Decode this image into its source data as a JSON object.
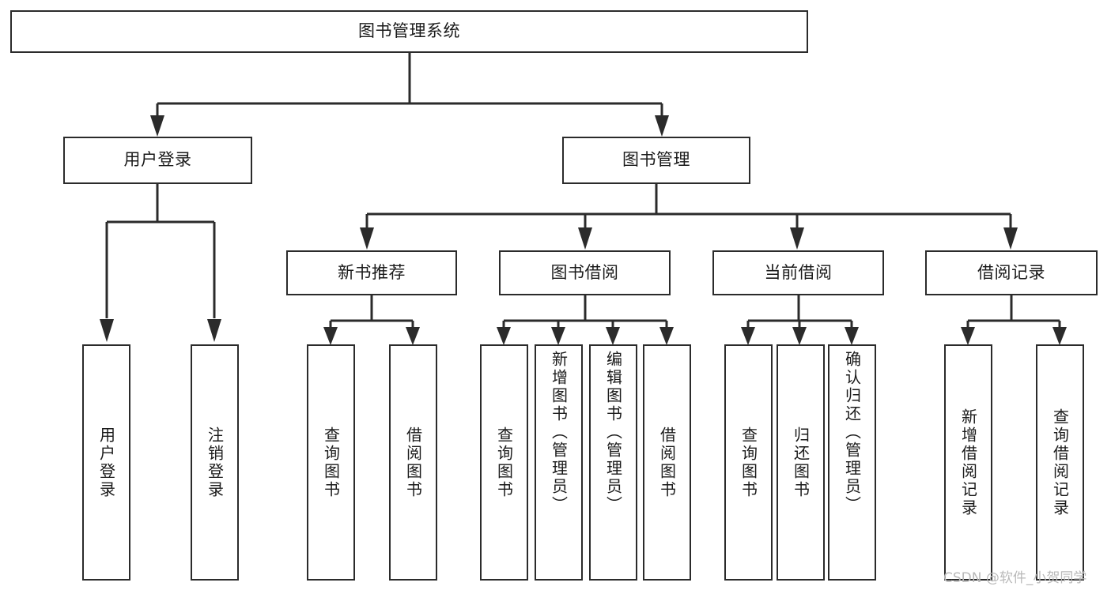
{
  "diagram": {
    "title": "图书管理系统",
    "type": "tree",
    "watermark": "CSDN @软件_小贺同学",
    "colors": {
      "stroke": "#2b2b2b",
      "fill": "#ffffff",
      "text": "#1a1a1a",
      "watermark": "#b9b9b9"
    },
    "levels": {
      "root": {
        "label": "图书管理系统"
      },
      "level2": [
        {
          "id": "user-login",
          "label": "用户登录"
        },
        {
          "id": "book-management",
          "label": "图书管理"
        }
      ],
      "level3": [
        {
          "id": "new-book-recommend",
          "label": "新书推荐",
          "parent": "book-management"
        },
        {
          "id": "book-borrow",
          "label": "图书借阅",
          "parent": "book-management"
        },
        {
          "id": "current-borrow",
          "label": "当前借阅",
          "parent": "book-management"
        },
        {
          "id": "borrow-record",
          "label": "借阅记录",
          "parent": "book-management"
        }
      ],
      "leaves": [
        {
          "id": "leaf-user-login",
          "label": "用户登录",
          "parent": "user-login"
        },
        {
          "id": "leaf-logout-login",
          "label": "注销登录",
          "parent": "user-login"
        },
        {
          "id": "leaf-query-book-1",
          "label": "查询图书",
          "parent": "new-book-recommend"
        },
        {
          "id": "leaf-borrow-book-1",
          "label": "借阅图书",
          "parent": "new-book-recommend"
        },
        {
          "id": "leaf-query-book-2",
          "label": "查询图书",
          "parent": "book-borrow"
        },
        {
          "id": "leaf-add-book",
          "label": "新增图书（管理员）",
          "parent": "book-borrow"
        },
        {
          "id": "leaf-edit-book",
          "label": "编辑图书（管理员）",
          "parent": "book-borrow"
        },
        {
          "id": "leaf-borrow-book-2",
          "label": "借阅图书",
          "parent": "book-borrow"
        },
        {
          "id": "leaf-query-book-3",
          "label": "查询图书",
          "parent": "current-borrow"
        },
        {
          "id": "leaf-return-book",
          "label": "归还图书",
          "parent": "current-borrow"
        },
        {
          "id": "leaf-confirm-return",
          "label": "确认归还（管理员）",
          "parent": "current-borrow"
        },
        {
          "id": "leaf-add-record",
          "label": "新增借阅记录",
          "parent": "borrow-record"
        },
        {
          "id": "leaf-query-record",
          "label": "查询借阅记录",
          "parent": "borrow-record"
        }
      ]
    }
  }
}
